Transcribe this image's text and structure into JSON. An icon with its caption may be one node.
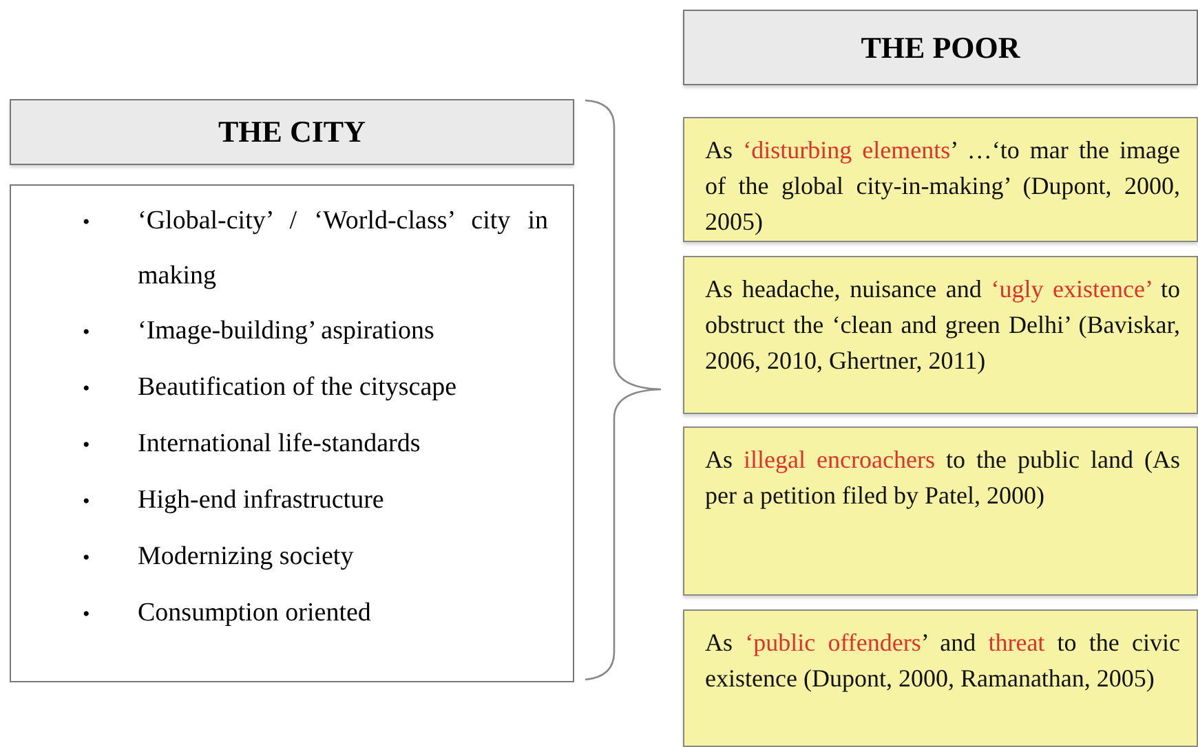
{
  "diagram": {
    "nodes": [
      {
        "text": [
          "THE CITY"
        ]
      },
      {
        "text": [
          "‘Global-city’ / ‘World-class’ city in making",
          "‘Image-building’ aspirations",
          "Beautification of the cityscape",
          "International life-standards",
          "High-end infrastructure",
          "Modernizing society",
          "Consumption oriented"
        ]
      },
      {
        "text": [
          "THE POOR"
        ]
      },
      {
        "text": [
          "As **‘disturbing elements**’ …‘to mar the image of the global city-in-making’ (Dupont, 2000, 2005)"
        ]
      },
      {
        "text": [
          "As headache, nuisance and **‘ugly existence’** to obstruct the ‘clean and green Delhi’ (Baviskar, 2006, 2010, Ghertner, 2011)"
        ]
      },
      {
        "text": [
          "As **illegal encroachers** to the public land (As per a petition filed by Patel, 2000)"
        ]
      },
      {
        "text": [
          "As **‘public offenders**’ and **threat** to the civic existence (Dupont, 2000, Ramanathan, 2005)"
        ]
      }
    ],
    "labels": [
      "•",
      "•",
      "•",
      "•",
      "•",
      "•",
      "•"
    ]
  }
}
